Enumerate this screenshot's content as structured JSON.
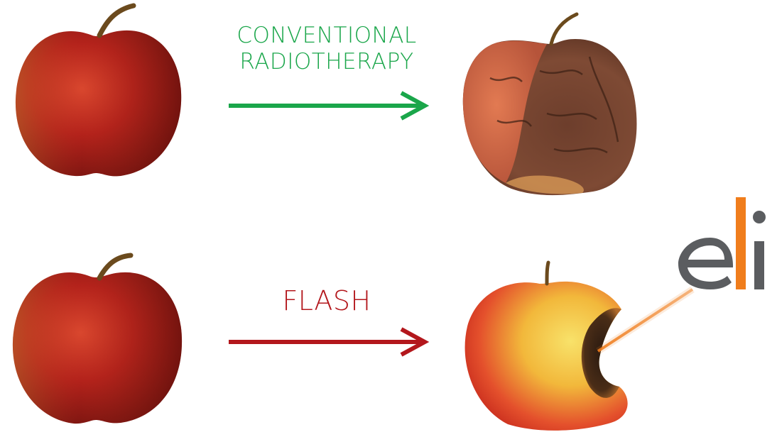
{
  "rows": [
    {
      "label_lines": [
        "CONVENTIONAL",
        "RADIOTHERAPY"
      ],
      "arrow_color": "#1aa64a",
      "before": "fresh red apple",
      "after": "shriveled rotten apple"
    },
    {
      "label_lines": [
        "FLASH"
      ],
      "arrow_color": "#b3171c",
      "before": "fresh red apple",
      "after": "bitten apple with charred edge"
    }
  ],
  "logo": {
    "text": "eli",
    "colors": {
      "grey": "#5b5d60",
      "orange": "#f07d1c"
    }
  },
  "colors": {
    "apple_red": "#b3221b",
    "apple_dark": "#7a1410",
    "stem": "#6b4a1d",
    "rot_brown": "#7a4a35",
    "flash_yellow": "#f3d44a"
  }
}
